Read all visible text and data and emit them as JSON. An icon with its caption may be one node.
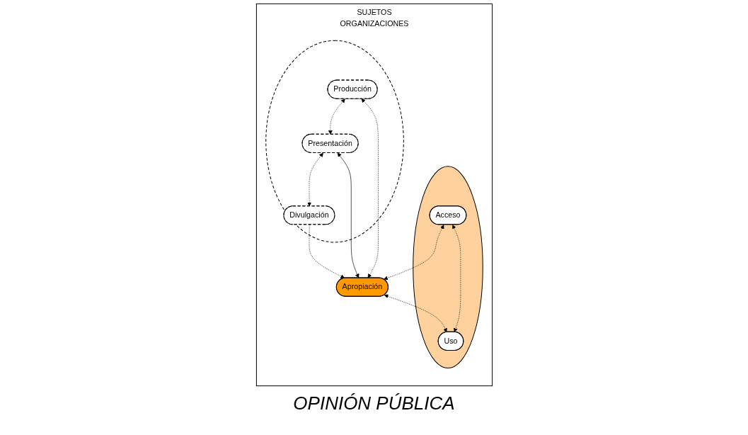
{
  "diagram": {
    "caption": "OPINIÓN PÚBLICA",
    "nodes": [
      {
        "text": [
          "SUJETOS",
          "ORGANIZACIONES"
        ]
      },
      {
        "text": [],
        "shape": "ellipse",
        "in": 0
      },
      {
        "text": [
          "Acceso"
        ],
        "in": 1
      },
      {
        "text": [
          "Uso"
        ],
        "in": 1
      },
      {
        "text": [
          "Apropiación"
        ],
        "in": 0
      },
      {
        "text": [],
        "shape": "ellipse",
        "in": 0
      },
      {
        "text": [
          "Producción"
        ],
        "in": 5
      },
      {
        "text": [
          "Presentación"
        ],
        "in": 5
      },
      {
        "text": [
          "Divulgación"
        ],
        "in": 5
      }
    ],
    "edges": [
      {
        "from": 2,
        "to": 4,
        "arrow": "both",
        "style": "dashed"
      },
      {
        "from": 2,
        "to": 3,
        "arrow": "both",
        "style": "dashed"
      },
      {
        "from": 4,
        "to": 3,
        "arrow": "both",
        "style": "dashed"
      },
      {
        "from": 4,
        "to": 6,
        "arrow": "both",
        "style": "dashed"
      },
      {
        "from": 4,
        "to": 7,
        "arrow": "both"
      },
      {
        "from": 8,
        "to": 4,
        "arrow": "to",
        "style": "dashed"
      },
      {
        "from": 6,
        "to": 7,
        "arrow": "both",
        "style": "dashed"
      },
      {
        "from": 7,
        "to": 8,
        "arrow": "both",
        "style": "dashed"
      }
    ]
  }
}
